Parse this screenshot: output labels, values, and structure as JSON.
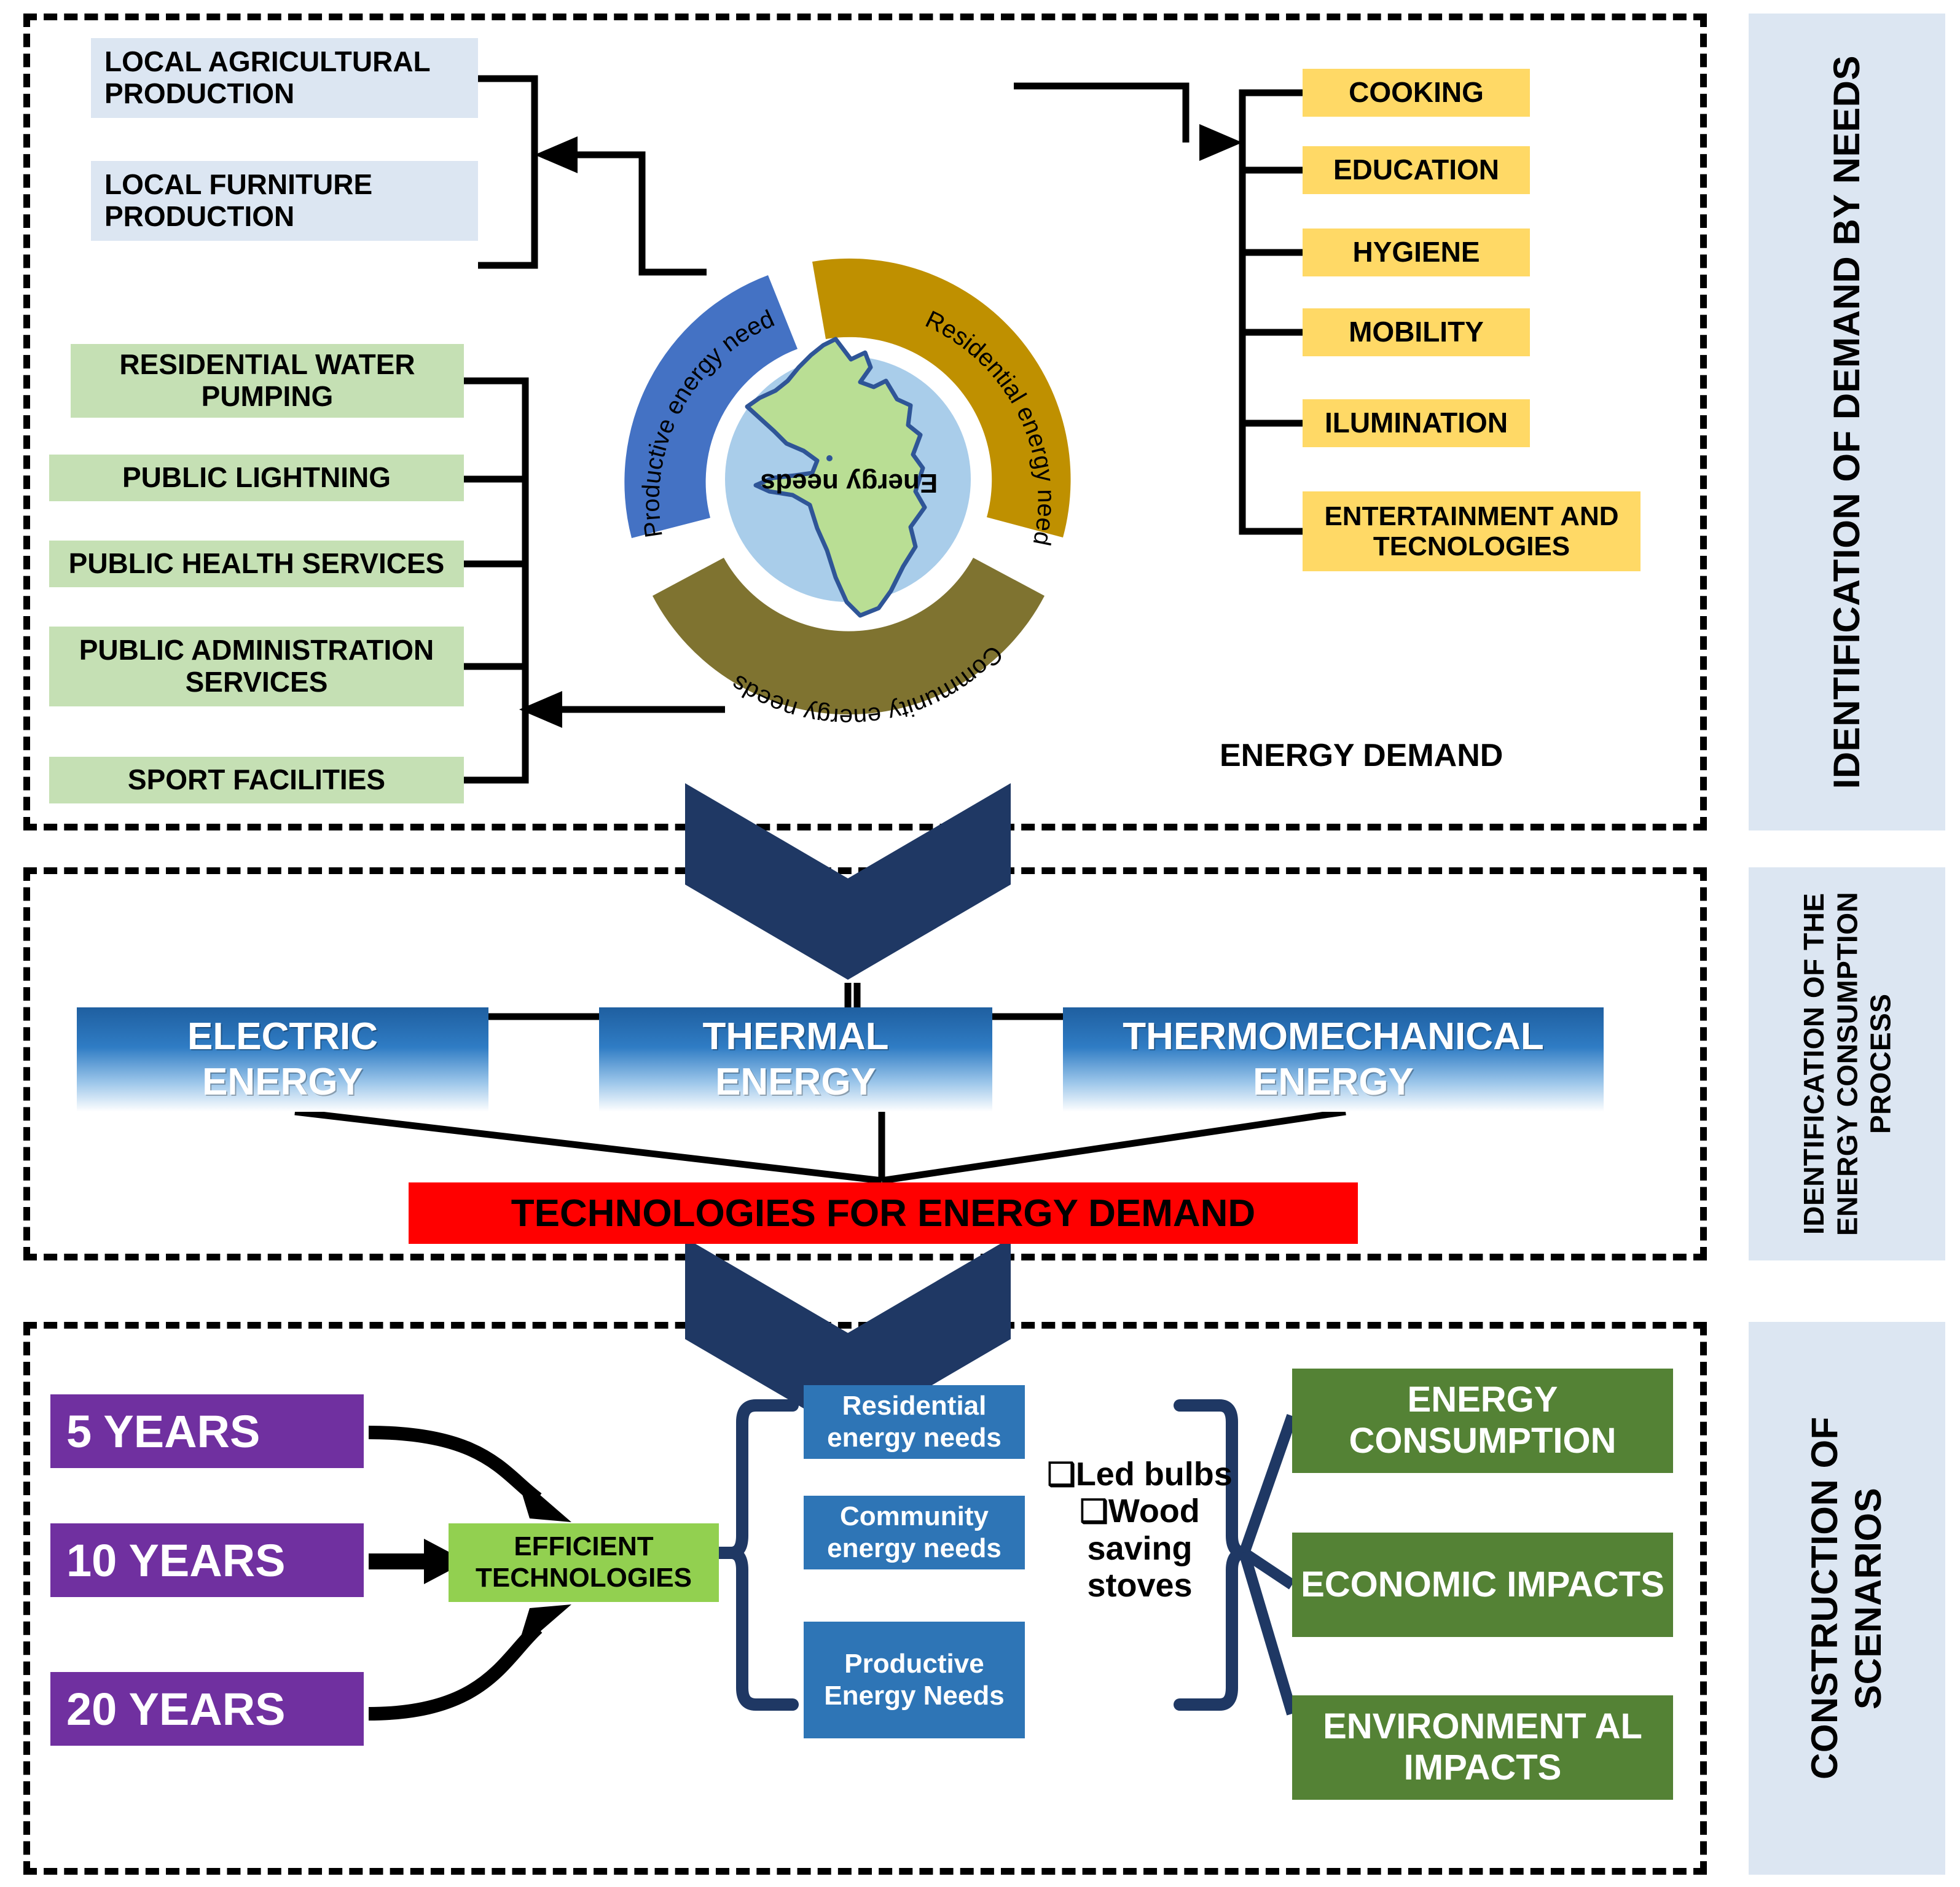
{
  "stages": [
    {
      "id": "demand",
      "label": "IDENTIFICATION OF DEMAND BY NEEDS"
    },
    {
      "id": "process",
      "label": "IDENTIFICATION OF THE ENERGY CONSUMPTION PROCESS"
    },
    {
      "id": "scenarios",
      "label": "CONSTRUCTION OF SCENARIOS"
    }
  ],
  "demand": {
    "productive_boxes": [
      {
        "label": "LOCAL AGRICULTURAL PRODUCTION"
      },
      {
        "label": "LOCAL FURNITURE PRODUCTION"
      }
    ],
    "community_boxes": [
      {
        "label": "RESIDENTIAL WATER PUMPING"
      },
      {
        "label": "PUBLIC LIGHTNING"
      },
      {
        "label": "PUBLIC HEALTH SERVICES"
      },
      {
        "label": "PUBLIC ADMINISTRATION SERVICES"
      },
      {
        "label": "SPORT FACILITIES"
      }
    ],
    "residential_boxes": [
      {
        "label": "COOKING"
      },
      {
        "label": "EDUCATION"
      },
      {
        "label": "HYGIENE"
      },
      {
        "label": "MOBILITY"
      },
      {
        "label": "ILUMINATION"
      },
      {
        "label": "ENTERTAINMENT AND TECNOLOGIES"
      }
    ],
    "wheel": {
      "center_label": "Energy needs",
      "segments": [
        {
          "label": "Productive energy needs",
          "color": "#4472c4"
        },
        {
          "label": "Residential energy needs",
          "color": "#bf9000"
        },
        {
          "label": "Community energy needs",
          "color": "#7f7330"
        }
      ],
      "map_fill": "#b9de94",
      "map_water": "#a9cdea"
    },
    "caption": "ENERGY DEMAND"
  },
  "process": {
    "energy_types": [
      {
        "line1": "ELECTRIC",
        "line2": "ENERGY"
      },
      {
        "line1": "THERMAL",
        "line2": "ENERGY"
      },
      {
        "line1": "THERMOMECHANICAL",
        "line2": "ENERGY"
      }
    ],
    "technologies_box": "TECHNOLOGIES FOR ENERGY DEMAND"
  },
  "scenarios": {
    "horizons": [
      {
        "label": "5 YEARS"
      },
      {
        "label": "10 YEARS"
      },
      {
        "label": "20 YEARS"
      }
    ],
    "efficient_technologies": "EFFICIENT TECHNOLOGIES",
    "needs": [
      {
        "label": "Residential energy needs"
      },
      {
        "label": "Community energy needs"
      },
      {
        "label": "Productive Energy Needs"
      }
    ],
    "checklist": [
      {
        "label": "Led bulbs"
      },
      {
        "label": "Wood saving stoves"
      }
    ],
    "outcomes": [
      {
        "label": "ENERGY CONSUMPTION"
      },
      {
        "label": "ECONOMIC IMPACTS"
      },
      {
        "label": "ENVIRONMENT AL IMPACTS"
      }
    ]
  },
  "colors": {
    "panel_label_bg": "#dce6f2",
    "productive_box": "#dce6f2",
    "community_box": "#c5e0b4",
    "residential_box": "#ffd966",
    "red_box": "#ff0000",
    "purple_box": "#7030a0",
    "green_box": "#92d050",
    "steel_blue_box": "#2e75b6",
    "dark_green_box": "#548235",
    "chevron": "#1f3864",
    "bracket": "#1f3864"
  }
}
